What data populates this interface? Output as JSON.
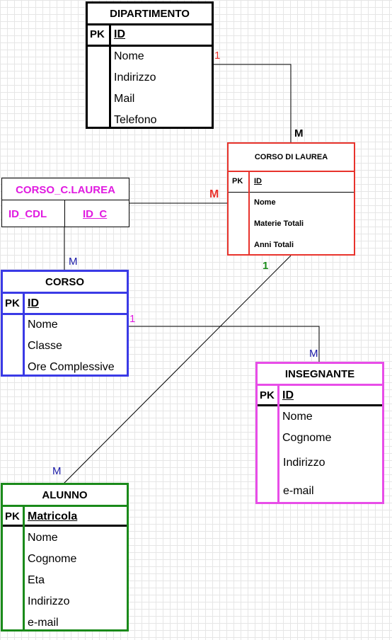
{
  "colors": {
    "dipartimento": "#000000",
    "corso_di_laurea": "#e8332c",
    "corso_c_laurea": "#000000",
    "corso": "#3a3ae6",
    "insegnante": "#e84de8",
    "alunno": "#1a8a1a",
    "card_red": "#e8332c",
    "card_blue": "#1a1aa8",
    "card_green": "#1a8a1a",
    "card_magenta": "#e01ae0",
    "pink_text": "#e01ae0"
  },
  "dipartimento": {
    "title": "DIPARTIMENTO",
    "pk": "PK",
    "pk_field": "ID",
    "fields": [
      "Nome",
      "Indirizzo",
      "Mail",
      "Telefono"
    ]
  },
  "corso_di_laurea": {
    "title": "CORSO DI LAUREA",
    "pk": "PK",
    "pk_field": "ID",
    "fields": [
      "Nome",
      "Materie Totali",
      "Anni Totali"
    ]
  },
  "corso_c_laurea": {
    "title": "CORSO_C.LAUREA",
    "fields": [
      "ID_CDL",
      "ID_C"
    ]
  },
  "corso": {
    "title": "CORSO",
    "pk": "PK",
    "pk_field": "ID",
    "fields": [
      "Nome",
      "Classe",
      "Ore Complessive"
    ]
  },
  "insegnante": {
    "title": "INSEGNANTE",
    "pk": "PK",
    "pk_field": "ID",
    "fields": [
      "Nome",
      "Cognome",
      "Indirizzo",
      "e-mail"
    ]
  },
  "alunno": {
    "title": "ALUNNO",
    "pk": "PK",
    "pk_field": "Matricola",
    "fields": [
      "Nome",
      "Cognome",
      "Eta",
      "Indirizzo",
      "e-mail"
    ]
  },
  "cardinalities": {
    "dip_one": "1",
    "cdl_many_from_dip": "M",
    "cdl_many_from_link": "M",
    "corso_many_from_link": "M",
    "cdl_one_to_alunno": "1",
    "corso_one_to_ins": "1",
    "ins_many": "M",
    "alunno_many": "M"
  }
}
